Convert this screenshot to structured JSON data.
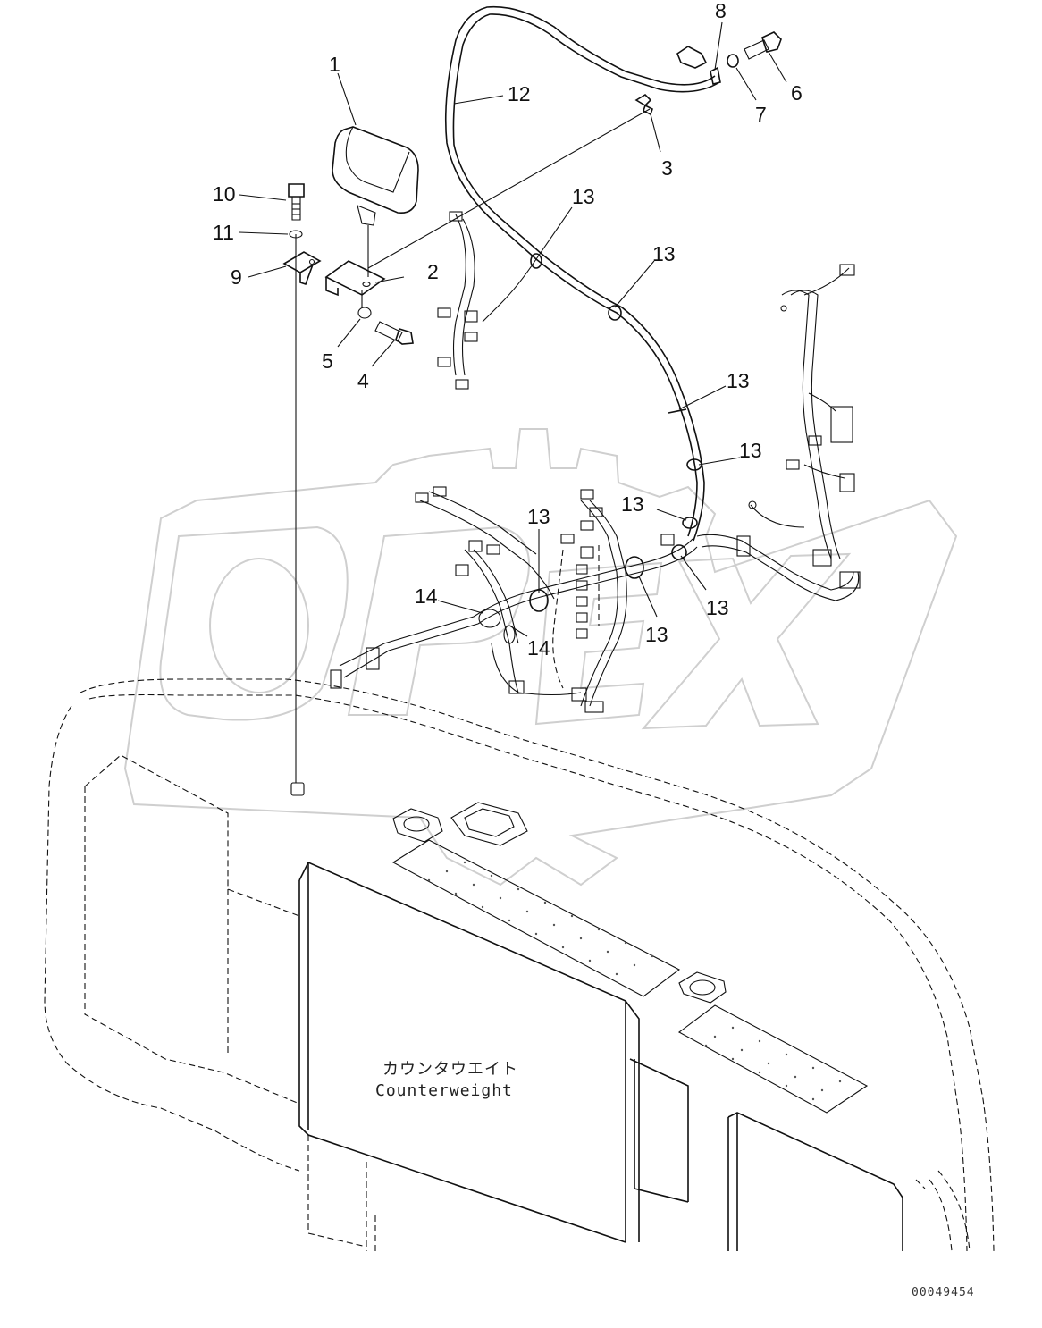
{
  "diagram": {
    "callouts": [
      {
        "id": "c1",
        "label": "1"
      },
      {
        "id": "c2",
        "label": "2"
      },
      {
        "id": "c3",
        "label": "3"
      },
      {
        "id": "c4",
        "label": "4"
      },
      {
        "id": "c5",
        "label": "5"
      },
      {
        "id": "c6",
        "label": "6"
      },
      {
        "id": "c7",
        "label": "7"
      },
      {
        "id": "c8",
        "label": "8"
      },
      {
        "id": "c9",
        "label": "9"
      },
      {
        "id": "c10",
        "label": "10"
      },
      {
        "id": "c11",
        "label": "11"
      },
      {
        "id": "c12",
        "label": "12"
      },
      {
        "id": "c13a",
        "label": "13"
      },
      {
        "id": "c13b",
        "label": "13"
      },
      {
        "id": "c13c",
        "label": "13"
      },
      {
        "id": "c13d",
        "label": "13"
      },
      {
        "id": "c13e",
        "label": "13"
      },
      {
        "id": "c13f",
        "label": "13"
      },
      {
        "id": "c13g",
        "label": "13"
      },
      {
        "id": "c13h",
        "label": "13"
      },
      {
        "id": "c14a",
        "label": "14"
      },
      {
        "id": "c14b",
        "label": "14"
      }
    ],
    "caption_jp": "カウンタウエイト",
    "caption_en": "Counterweight",
    "document_number": "00049454",
    "watermark": "OPEX"
  },
  "colors": {
    "line": "#111111",
    "watermark": "#cfcfcf",
    "background": "#ffffff"
  }
}
